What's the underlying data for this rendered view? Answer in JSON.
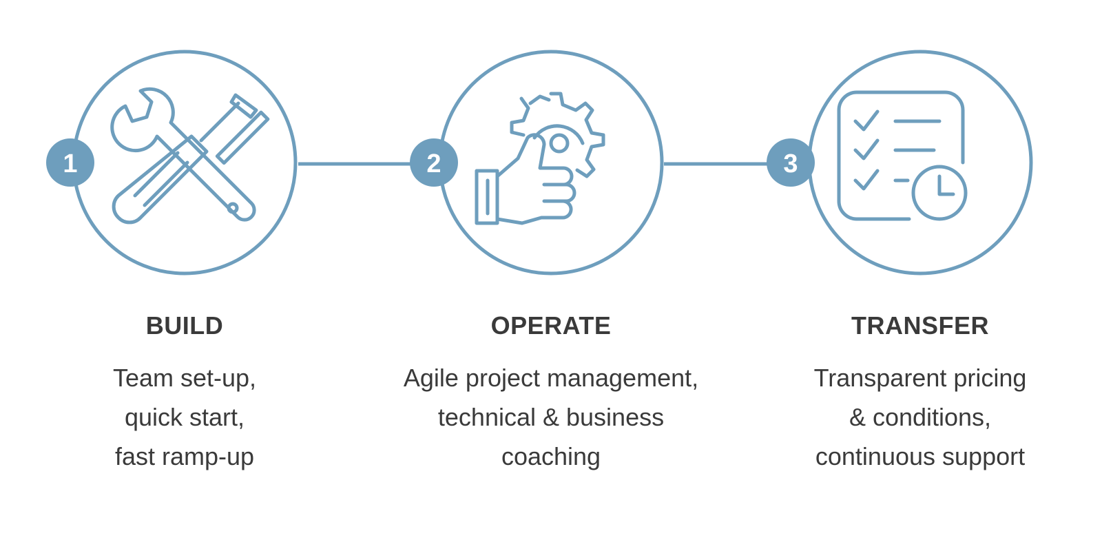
{
  "theme": {
    "accent": "#6e9ebd",
    "text": "#3a3a3a",
    "badge_text": "#ffffff"
  },
  "steps": [
    {
      "number": "1",
      "icon": "tools-icon",
      "title": "BUILD",
      "description": [
        "Team set-up,",
        "quick start,",
        "fast ramp-up"
      ]
    },
    {
      "number": "2",
      "icon": "gear-thumbs-up-icon",
      "title": "OPERATE",
      "description": [
        "Agile project management,",
        "technical & business",
        "coaching"
      ]
    },
    {
      "number": "3",
      "icon": "checklist-clock-icon",
      "title": "TRANSFER",
      "description": [
        "Transparent pricing",
        "& conditions,",
        "continuous support"
      ]
    }
  ]
}
